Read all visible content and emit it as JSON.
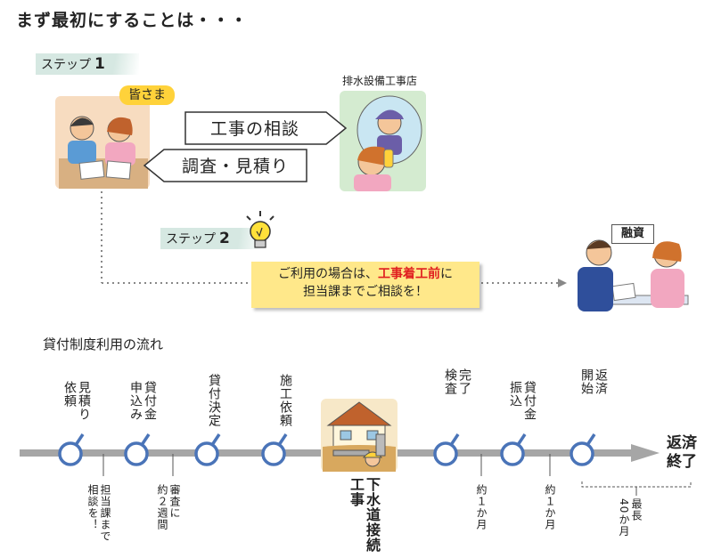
{
  "title": "まず最初にすることは・・・",
  "step1": {
    "label": "ステップ",
    "number": "1"
  },
  "step2": {
    "label": "ステップ",
    "number": "2"
  },
  "customers_badge": "皆さま",
  "shop_label": "排水設備工事店",
  "arrow_consult": "工事の相談",
  "arrow_estimate": "調査・見積り",
  "loan_sign": "融資",
  "step2_message": {
    "line1_before": "ご利用の場合は、",
    "line1_emphasis": "工事着工前",
    "line1_after": "に",
    "line2": "担当課までご相談を！"
  },
  "flow": {
    "title": "貸付制度利用の流れ",
    "steps": [
      {
        "col1": "見積り",
        "col2": "依頼"
      },
      {
        "col1": "貸付金",
        "col2": "申込み"
      },
      {
        "col1": "貸付決定"
      },
      {
        "col1": "施工依頼"
      },
      {
        "col1": "完了",
        "col2": "検査"
      },
      {
        "col1": "貸付金",
        "col2": "振込"
      },
      {
        "col1": "返済",
        "col2": "開始"
      }
    ],
    "notes": [
      {
        "col1": "担当課まで",
        "col2": "相談を！"
      },
      {
        "col1": "審査に",
        "col2": "約２週間"
      },
      {
        "col1": "約１か月"
      },
      {
        "col1": "約１か月"
      },
      {
        "col1": "最長",
        "col2": "40か月"
      }
    ],
    "construction_label": "下水道接続工事",
    "end_label_line1": "返済",
    "end_label_line2": "終了"
  },
  "colors": {
    "timeline": "#a6a6a6",
    "node_ring": "#4a74b8",
    "badge": "#ffd23a",
    "step_tag": "#d6e8e2",
    "step2_box": "#ffe88a",
    "emphasis": "#e02020"
  }
}
